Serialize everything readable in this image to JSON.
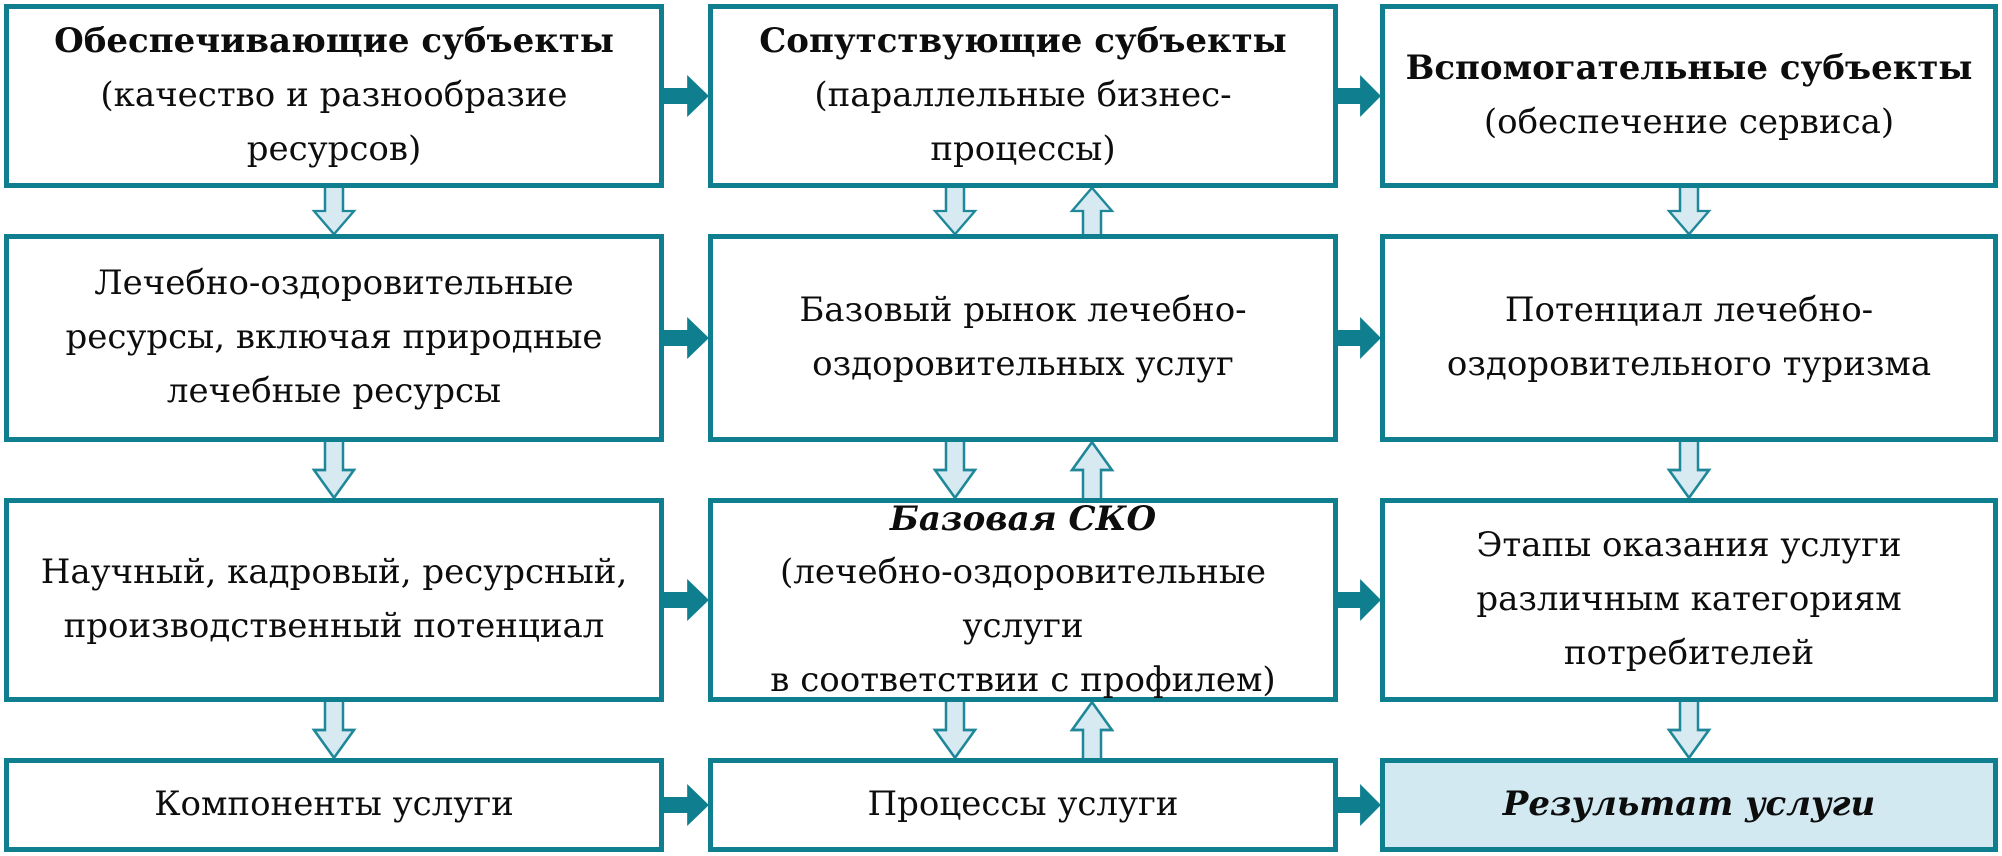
{
  "diagram": {
    "title": "Scheme of health-improvement service formation (flowchart)",
    "colors": {
      "box_border_teal": "#0f7e8e",
      "solid_arrow_teal": "#0f7e8e",
      "vertical_arrow_fill": "#d7eaf2",
      "vertical_arrow_stroke": "#1e8799",
      "result_box_background": "#d3e9f1",
      "text_color": "#0d0d0d"
    },
    "boxes": {
      "r1c1": {
        "title": "Обеспечивающие субъекты",
        "body": "(качество и разнообразие ресурсов)"
      },
      "r1c2": {
        "title": "Сопутствующие субъекты",
        "body": "(параллельные бизнес-процессы)"
      },
      "r1c3": {
        "title": "Вспомогательные субъекты",
        "body": "(обеспечение сервиса)"
      },
      "r2c1": {
        "body": "Лечебно-оздоровительные\nресурсы, включая природные\nлечебные ресурсы"
      },
      "r2c2": {
        "body": "Базовый рынок лечебно-\nоздоровительных услуг"
      },
      "r2c3": {
        "body": "Потенциал лечебно-\nоздоровительного туризма"
      },
      "r3c1": {
        "body": "Научный, кадровый, ресурсный,\nпроизводственный потенциал"
      },
      "r3c2": {
        "title": "Базовая СКО",
        "body": "(лечебно-оздоровительные услуги\nв соответствии с профилем)"
      },
      "r3c3": {
        "body": "Этапы оказания услуги\nразличным категориям\nпотребителей"
      },
      "r4c1": {
        "body": "Компоненты услуги"
      },
      "r4c2": {
        "body": "Процессы услуги"
      },
      "r4c3": {
        "title": "Результат услуги"
      }
    },
    "arrows": {
      "horizontal": "solid teal right-arrows between columns in every row",
      "vertical_down": "light-blue outlined down-arrows between rows in all columns",
      "vertical_up": "light-blue outlined up-arrows between rows in middle column only"
    }
  }
}
